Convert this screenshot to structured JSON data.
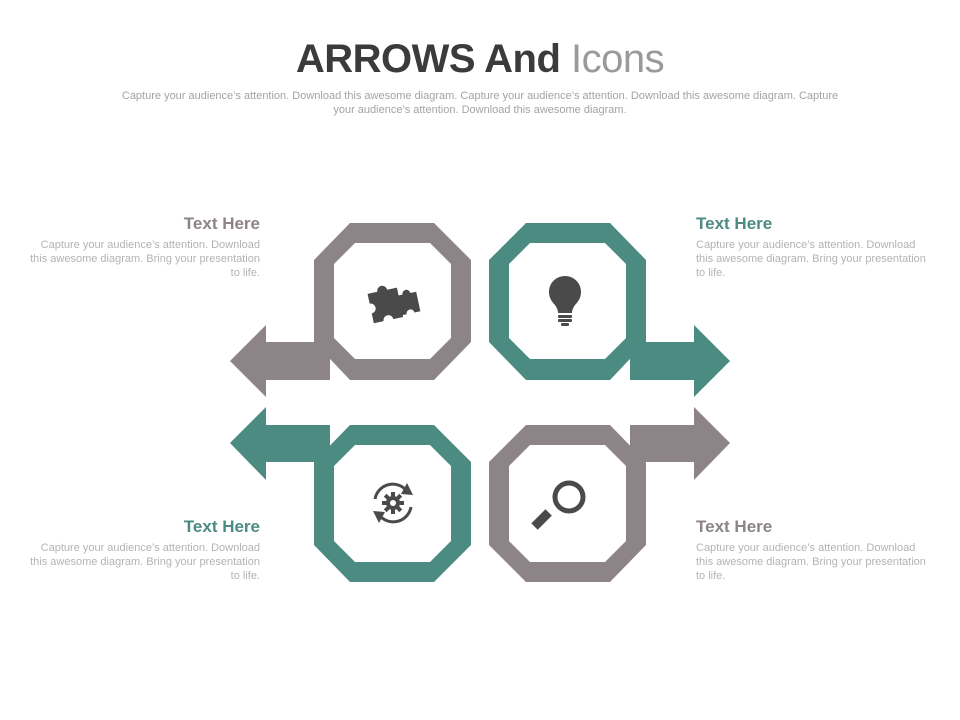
{
  "title": {
    "bold": "ARROWS And",
    "light": "Icons"
  },
  "subtitle": "Capture your audience’s attention. Download this awesome diagram. Capture your audience’s attention. Download this awesome diagram. Capture your audience’s attention. Download this awesome diagram.",
  "colors": {
    "gray": "#8c8487",
    "teal": "#4b8b81",
    "icon": "#4a4a4a"
  },
  "blocks": [
    {
      "position": "top-left",
      "icon": "puzzle-icon",
      "color": "gray",
      "heading": "Text Here",
      "body": "Capture your audience’s attention. Download this  awesome diagram. Bring your presentation to life."
    },
    {
      "position": "top-right",
      "icon": "lightbulb-icon",
      "color": "teal",
      "heading": "Text Here",
      "body": "Capture your audience’s attention. Download this  awesome diagram. Bring your presentation to life."
    },
    {
      "position": "bottom-left",
      "icon": "gear-refresh-icon",
      "color": "teal",
      "heading": "Text Here",
      "body": "Capture your audience’s attention. Download this  awesome diagram. Bring your presentation to life."
    },
    {
      "position": "bottom-right",
      "icon": "magnifier-icon",
      "color": "gray",
      "heading": "Text Here",
      "body": "Capture your audience’s attention. Download this  awesome diagram. Bring your presentation to life."
    }
  ]
}
